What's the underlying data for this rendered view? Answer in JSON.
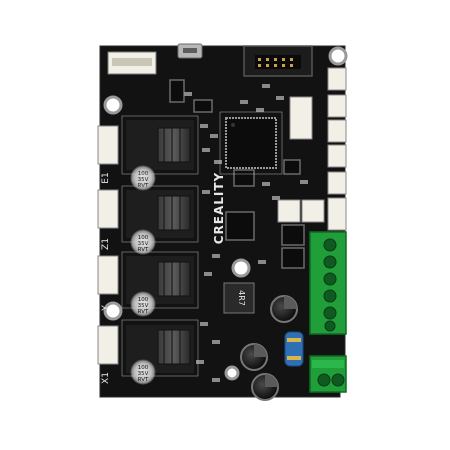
{
  "board": {
    "brand": "CREALITY",
    "motor_labels": [
      "E1",
      "Z1",
      "Y",
      "X1"
    ],
    "inductor_marking": "4R7",
    "capacitor_marking": {
      "value": "100",
      "voltage": "35V",
      "series": "RVT"
    },
    "colors": {
      "pcb": "#121212",
      "silkscreen": "#e6e6e6",
      "terminal_green": "#1f9e3a",
      "connector_white": "#f1efe6",
      "heatsink": "#2a2a2a",
      "capacitor_blue": "#2f6fb5"
    }
  }
}
